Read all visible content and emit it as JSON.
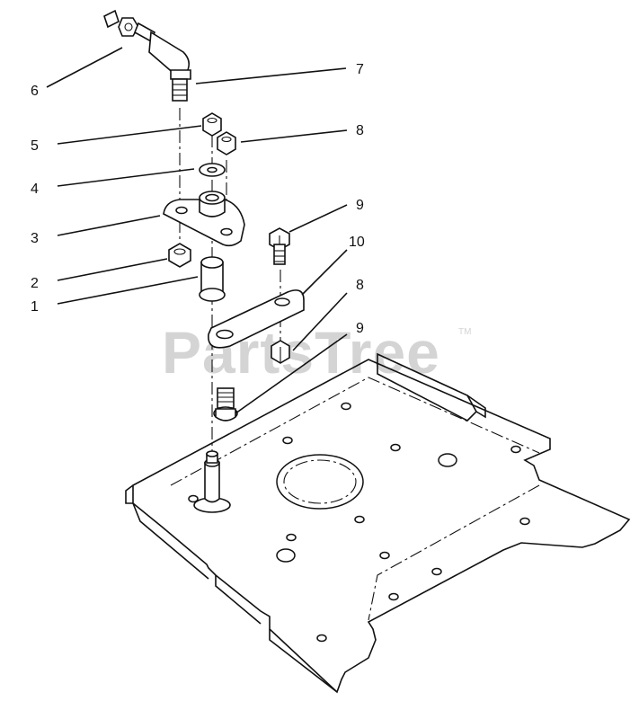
{
  "callouts": [
    {
      "id": "c1",
      "label": "1"
    },
    {
      "id": "c2",
      "label": "2"
    },
    {
      "id": "c3",
      "label": "3"
    },
    {
      "id": "c4",
      "label": "4"
    },
    {
      "id": "c5",
      "label": "5"
    },
    {
      "id": "c6",
      "label": "6"
    },
    {
      "id": "c7",
      "label": "7"
    },
    {
      "id": "c8a",
      "label": "8"
    },
    {
      "id": "c8b",
      "label": "8"
    },
    {
      "id": "c9a",
      "label": "9"
    },
    {
      "id": "c9b",
      "label": "9"
    },
    {
      "id": "c10",
      "label": "10"
    }
  ],
  "watermark": {
    "text": "PartsTree",
    "mark": "TM"
  },
  "colors": {
    "line": "#111111",
    "background": "#ffffff",
    "watermark": "#d4d4d4"
  }
}
